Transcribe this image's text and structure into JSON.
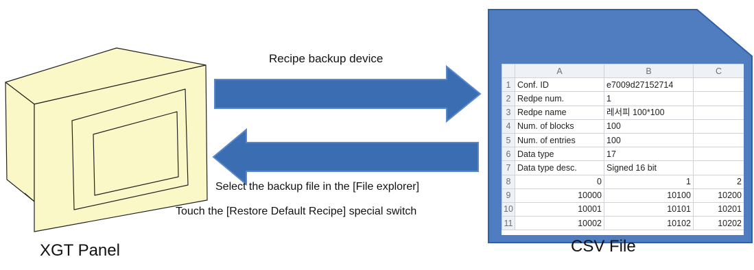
{
  "labels": {
    "arrow_forward": "Recipe backup device",
    "arrow_back_line1": "Select the backup file in the [File explorer]",
    "arrow_back_line2": "Touch the [Restore Default Recipe] special switch",
    "panel": "XGT Panel",
    "csv": "CSV File"
  },
  "spreadsheet": {
    "columns": [
      "A",
      "B",
      "C"
    ],
    "rows": [
      {
        "num": "1",
        "a": "Conf. ID",
        "b": "e7009d27152714",
        "c": ""
      },
      {
        "num": "2",
        "a": "Redpe num.",
        "b": "1",
        "c": ""
      },
      {
        "num": "3",
        "a": "Redpe name",
        "b": "레서피 100*100",
        "c": ""
      },
      {
        "num": "4",
        "a": "Num. of blocks",
        "b": "100",
        "c": ""
      },
      {
        "num": "5",
        "a": "Num. of entries",
        "b": "100",
        "c": ""
      },
      {
        "num": "6",
        "a": "Data type",
        "b": "17",
        "c": ""
      },
      {
        "num": "7",
        "a": "Data type desc.",
        "b": "Signed 16 bit",
        "c": ""
      },
      {
        "num": "8",
        "a": "0",
        "b": "1",
        "c": "2"
      },
      {
        "num": "9",
        "a": "10000",
        "b": "10100",
        "c": "10200"
      },
      {
        "num": "10",
        "a": "10001",
        "b": "10101",
        "c": "10201"
      },
      {
        "num": "11",
        "a": "10002",
        "b": "10102",
        "c": "10202"
      }
    ]
  },
  "colors": {
    "arrow_fill": "#3b6db3",
    "arrow_stroke": "#5b88c6",
    "file_fill": "#4f7dc0",
    "file_stroke": "#2f5fa6",
    "panel_fill": "#fbf8c8",
    "panel_stroke": "#222222"
  },
  "icons": {
    "panel": "monitor-icon",
    "file": "document-icon"
  }
}
